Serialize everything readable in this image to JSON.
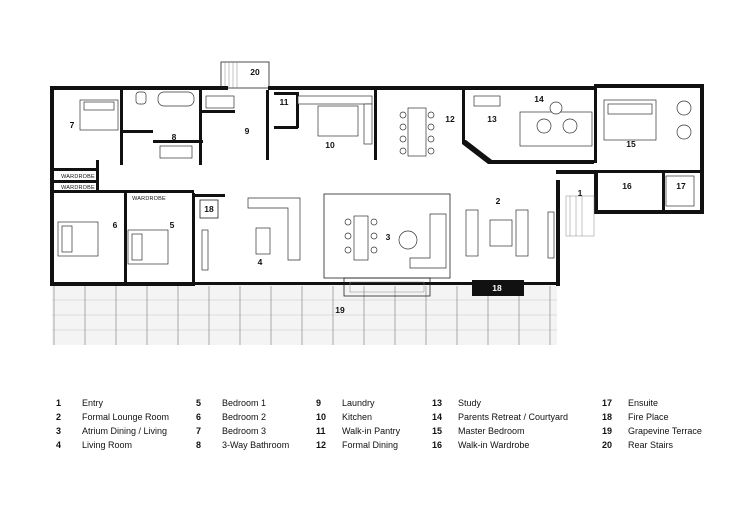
{
  "plan": {
    "room_numbers": [
      "1",
      "2",
      "3",
      "4",
      "5",
      "6",
      "7",
      "8",
      "9",
      "10",
      "11",
      "12",
      "13",
      "14",
      "15",
      "16",
      "17",
      "18",
      "19",
      "20"
    ],
    "wardrobe_tags": [
      "WARDROBE",
      "WARDROBE",
      "WARDROBE"
    ]
  },
  "legend": [
    {
      "num": "1",
      "label": "Entry"
    },
    {
      "num": "2",
      "label": "Formal Lounge Room"
    },
    {
      "num": "3",
      "label": "Atrium Dining / Living"
    },
    {
      "num": "4",
      "label": "Living Room"
    },
    {
      "num": "5",
      "label": "Bedroom 1"
    },
    {
      "num": "6",
      "label": "Bedroom 2"
    },
    {
      "num": "7",
      "label": "Bedroom 3"
    },
    {
      "num": "8",
      "label": "3-Way Bathroom"
    },
    {
      "num": "9",
      "label": "Laundry"
    },
    {
      "num": "10",
      "label": "Kitchen"
    },
    {
      "num": "11",
      "label": "Walk-in Pantry"
    },
    {
      "num": "12",
      "label": "Formal Dining"
    },
    {
      "num": "13",
      "label": "Study"
    },
    {
      "num": "14",
      "label": "Parents Retreat / Courtyard"
    },
    {
      "num": "15",
      "label": "Master Bedroom"
    },
    {
      "num": "16",
      "label": "Walk-in Wardrobe"
    },
    {
      "num": "17",
      "label": "Ensuite"
    },
    {
      "num": "18",
      "label": "Fire Place"
    },
    {
      "num": "19",
      "label": "Grapevine Terrace"
    },
    {
      "num": "20",
      "label": "Rear Stairs"
    }
  ]
}
